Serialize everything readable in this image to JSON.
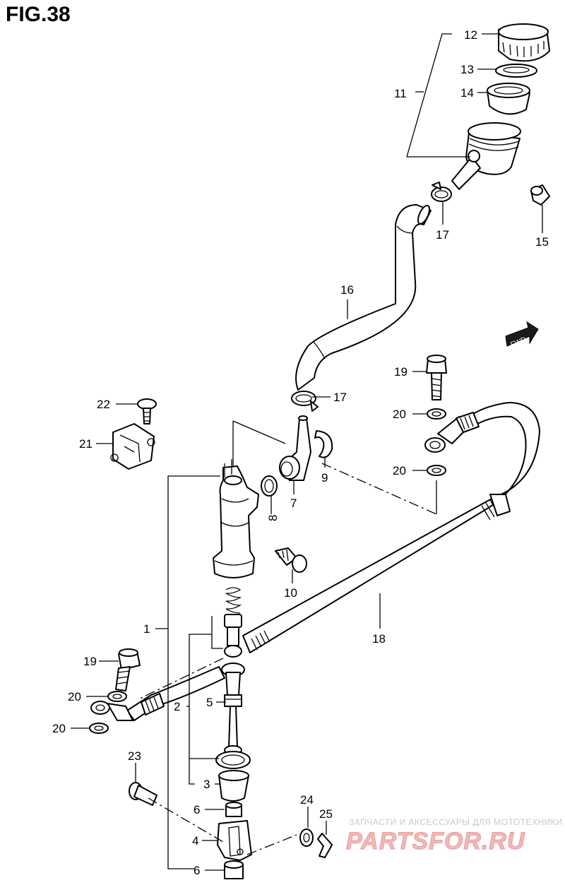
{
  "figure": {
    "title": "FIG.38"
  },
  "callouts": {
    "c1": "1",
    "c2": "2",
    "c3": "3",
    "c4": "4",
    "c5": "5",
    "c6a": "6",
    "c6b": "6",
    "c7": "7",
    "c8": "8",
    "c9": "9",
    "c10": "10",
    "c11": "11",
    "c12": "12",
    "c13": "13",
    "c14": "14",
    "c15": "15",
    "c16": "16",
    "c17a": "17",
    "c17b": "17",
    "c18": "18",
    "c19a": "19",
    "c19b": "19",
    "c20a": "20",
    "c20b": "20",
    "c20c": "20",
    "c20d": "20",
    "c21": "21",
    "c22": "22",
    "c23": "23",
    "c24": "24",
    "c25": "25"
  },
  "fwd_label": "FWD",
  "watermark": {
    "tagline": "ЗАПЧАСТИ И АКСЕССУАРЫ ДЛЯ МОТОТЕХНИКИ",
    "logo_text": "PARTSFOR.RU"
  }
}
